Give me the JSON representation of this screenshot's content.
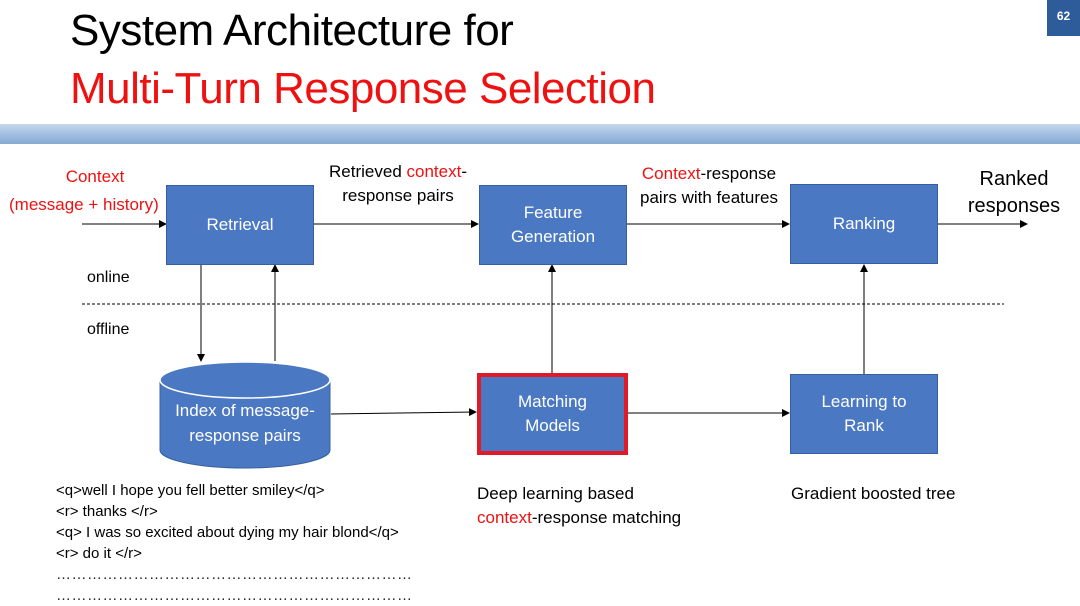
{
  "slide": {
    "number": "62"
  },
  "title": {
    "line1": "System Architecture for",
    "line2": "Multi-Turn Response Selection"
  },
  "labels": {
    "context": "Context",
    "context_sub": "(message + history)",
    "retrieved_pre": "Retrieved ",
    "retrieved_red": "context",
    "retrieved_post": "-",
    "retrieved_line2": "response pairs",
    "cr_red": "Context",
    "cr_post": "-response",
    "cr_line2": "pairs with features",
    "ranked_line1": "Ranked",
    "ranked_line2": "responses",
    "online": "online",
    "offline": "offline"
  },
  "boxes": {
    "retrieval": "Retrieval",
    "feature_line1": "Feature",
    "feature_line2": "Generation",
    "ranking": "Ranking",
    "matching_line1": "Matching",
    "matching_line2": "Models",
    "ltr_line1": "Learning to",
    "ltr_line2": "Rank",
    "index_line1": "Index of message-",
    "index_line2": "response pairs"
  },
  "samples": [
    "<q>well I hope you fell better smiley</q>",
    "<r> thanks </r>",
    "<q> I was so excited about dying my hair blond</q>",
    "<r> do it </r>",
    "……………………………………………………………",
    "……………………………………………………………"
  ],
  "descriptions": {
    "matching_line1": "Deep learning based",
    "matching_line2_red": "context",
    "matching_line2_post": "-response matching",
    "ltr": "Gradient boosted tree"
  },
  "colors": {
    "box": "#4a78c2",
    "accent_red": "#ee1111",
    "highlight_border": "#e11a2a",
    "slide_number_bg": "#2e5c9a"
  }
}
